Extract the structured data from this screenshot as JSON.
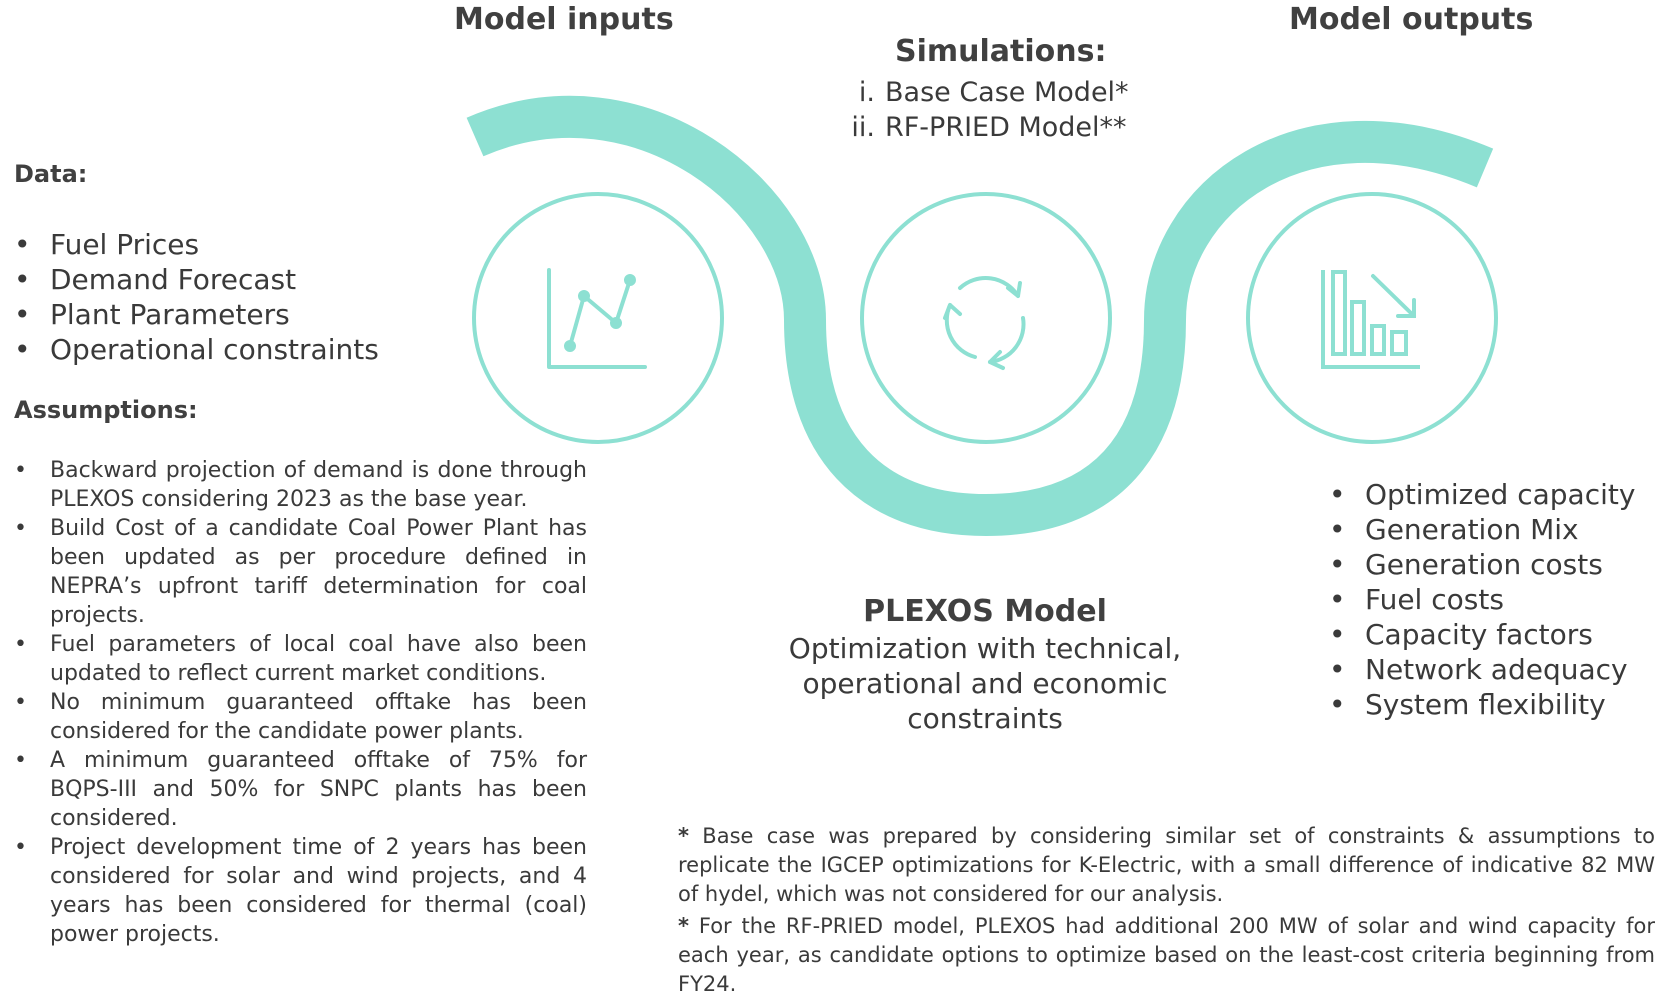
{
  "headings": {
    "model_inputs": "Model inputs",
    "model_outputs": "Model outputs",
    "simulations": "Simulations:"
  },
  "simulations": [
    {
      "num": "i.",
      "label": "Base Case Model*"
    },
    {
      "num": "ii.",
      "label": "RF-PRIED Model**"
    }
  ],
  "data_section": {
    "title": "Data:",
    "items": [
      "Fuel Prices",
      "Demand Forecast",
      "Plant Parameters",
      "Operational constraints"
    ]
  },
  "assumptions_section": {
    "title": "Assumptions:",
    "items": [
      "Backward projection of demand is done through PLEXOS considering 2023 as the base year.",
      "Build Cost of a candidate Coal Power Plant has been updated as per procedure defined in NEPRA’s upfront tariff determination for coal projects.",
      "Fuel parameters of local coal have also been updated to reflect current market conditions.",
      "No minimum guaranteed offtake has been considered for the candidate power plants.",
      "A minimum guaranteed offtake of 75% for BQPS-III and 50% for SNPC plants has been considered.",
      "Project development time of 2 years has been considered for solar and wind projects, and 4 years has been considered for thermal (coal) power projects."
    ]
  },
  "plexos": {
    "title": "PLEXOS Model",
    "description": "Optimization with technical, operational and economic constraints"
  },
  "outputs": [
    "Optimized capacity",
    "Generation Mix",
    "Generation costs",
    "Fuel costs",
    "Capacity factors",
    "Network adequacy",
    "System flexibility"
  ],
  "notes": [
    {
      "star": "*",
      "text": " Base case was prepared by considering similar set of constraints & assumptions to replicate the IGCEP optimizations for K-Electric, with a small difference of indicative 82 MW of hydel, which was not considered for our analysis."
    },
    {
      "star": "*",
      "text": " For the RF-PRIED model, PLEXOS had additional 200 MW of solar and wind capacity for each year, as candidate options to optimize based on the least-cost criteria beginning from FY24."
    }
  ],
  "icons": {
    "input": "line-chart-icon",
    "process": "refresh-cycle-icon",
    "output": "bar-chart-decline-icon"
  },
  "colors": {
    "accent": "#8de0d2",
    "text": "#3a3a3a",
    "heading": "#404040"
  }
}
